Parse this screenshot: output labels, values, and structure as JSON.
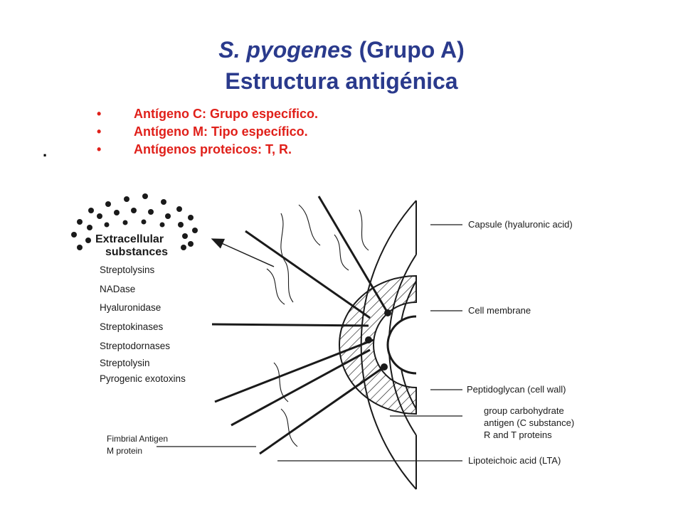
{
  "title": {
    "species": "S. pyogenes",
    "group": " (Grupo A)",
    "line2": "Estructura antigénica"
  },
  "bullet_glyph": "•",
  "bullets": [
    "Antígeno C:  Grupo específico.",
    "Antígeno M: Tipo específico.",
    "Antígenos proteicos: T, R."
  ],
  "stray_mark": ".",
  "diagram": {
    "extracellular": {
      "heading_line1": "Extracellular",
      "heading_line2": "substances",
      "items": [
        "Streptolysins",
        "NADase",
        "Hyaluronidase",
        "Streptokinases",
        "Streptodornases",
        "Streptolysin",
        "Pyrogenic exotoxins"
      ]
    },
    "fimbrial": {
      "line1": "Fimbrial Antigen",
      "line2": "M protein"
    },
    "labels": {
      "capsule": "Capsule (hyaluronic acid)",
      "cell_membrane": "Cell membrane",
      "peptidoglycan": "Peptidoglycan (cell wall)",
      "carb_line1": "group carbohydrate",
      "carb_line2": "antigen (C substance)",
      "carb_line3": "R and T proteins",
      "lta": "Lipoteichoic acid (LTA)"
    }
  }
}
